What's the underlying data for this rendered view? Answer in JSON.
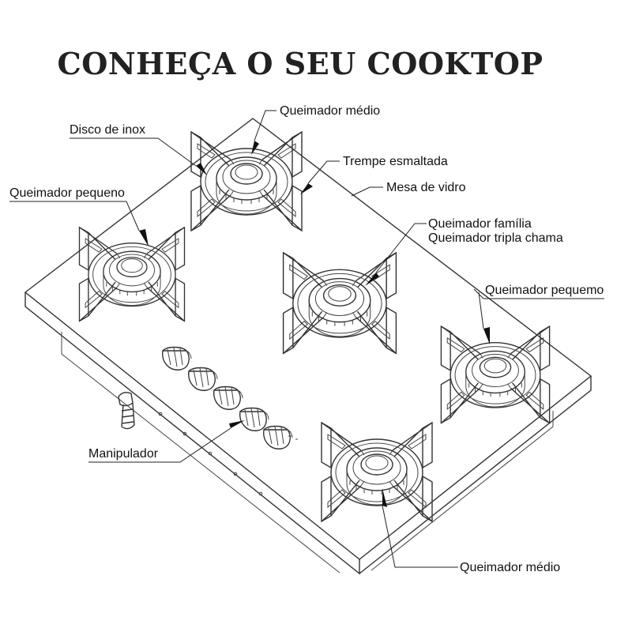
{
  "title": "CONHEÇA O SEU COOKTOP",
  "labels": {
    "disco_de_inox": "Disco de inox",
    "queimador_medio_top": "Queimador médio",
    "trempe_esmaltada": "Trempe esmaltada",
    "mesa_de_vidro": "Mesa de vidro",
    "queimador_pequeno": "Queimador pequeno",
    "queimador_familia": "Queimador família",
    "queimador_tripla_chama": "Queimador tripla chama",
    "queimador_pequemo": "Queimador pequemo",
    "manipulador": "Manipulador",
    "queimador_medio_bottom": "Queimador médio"
  }
}
